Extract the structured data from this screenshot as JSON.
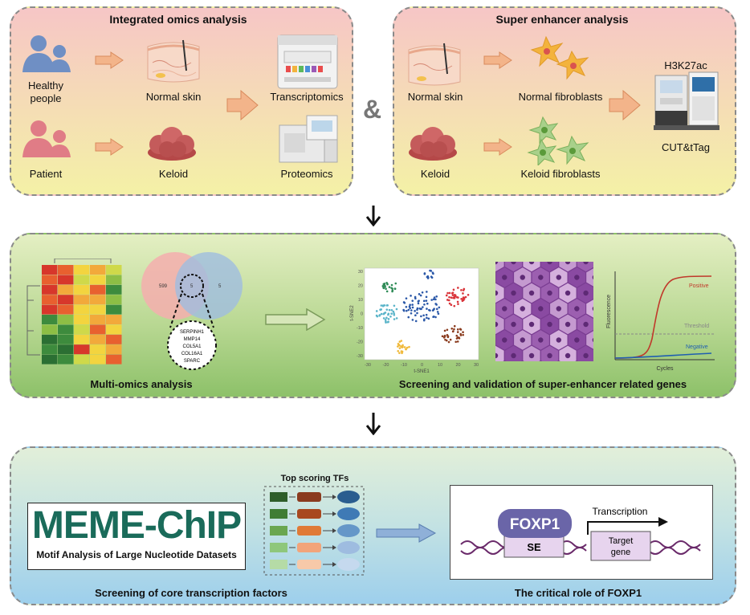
{
  "panel1": {
    "title": "Integrated omics analysis",
    "healthy_label": "Healthy\npeople",
    "patient_label": "Patient",
    "normal_skin_label": "Normal skin",
    "keloid_label": "Keloid",
    "transcriptomics_label": "Transcriptomics",
    "proteomics_label": "Proteomics"
  },
  "ampersand": "&",
  "panel2": {
    "title": "Super enhancer analysis",
    "normal_skin_label": "Normal skin",
    "keloid_label": "Keloid",
    "normal_fibroblasts_label": "Normal fibroblasts",
    "keloid_fibroblasts_label": "Keloid fibroblasts",
    "h3k27ac_label": "H3K27ac",
    "cut_tag_label": "CUT&tTag"
  },
  "panel3": {
    "multi_omics_label": "Multi-omics analysis",
    "screening_label": "Screening and validation of super-enhancer related genes",
    "venn": {
      "left_count": "599",
      "center_count": "5",
      "right_count": "5",
      "genes": [
        "SERPINH1",
        "MMP14",
        "COL5A1",
        "COL16A1",
        "SPARC"
      ]
    },
    "tsne": {
      "xlabel": "t-SNE1",
      "ylabel": "t-SNE2",
      "xticks": [
        "-30",
        "-20",
        "-10",
        "0",
        "10",
        "20",
        "30"
      ],
      "yticks": [
        "30",
        "20",
        "10",
        "0",
        "-10",
        "-20",
        "-30"
      ]
    },
    "pcr": {
      "ylabel": "Fluorescence",
      "xlabel": "Cycles",
      "positive": "Positive",
      "threshold": "Threshold",
      "negative": "Negative"
    }
  },
  "panel4": {
    "meme_title": "MEME-ChIP",
    "meme_subtitle": "Motif Analysis of Large Nucleotide Datasets",
    "core_tf_label": "Screening of core transcription factors",
    "top_tfs_label": "Top scoring TFs",
    "foxp1_role_label": "The critical role of FOXP1",
    "foxp1": "FOXP1",
    "se": "SE",
    "transcription": "Transcription",
    "target_gene": "Target\ngene"
  },
  "colors": {
    "panel1_top": "#f6c6c6",
    "panel1_bottom": "#f4f1a6",
    "panel3_top": "#dce9b6",
    "panel3_bottom": "#8cc06a",
    "panel4_top": "#dfeed8",
    "panel4_bottom": "#9fd0ea",
    "arrow_orange": "#f0a878",
    "meme_green": "#1a6b5a",
    "foxp1_purple": "#6a65a8"
  }
}
